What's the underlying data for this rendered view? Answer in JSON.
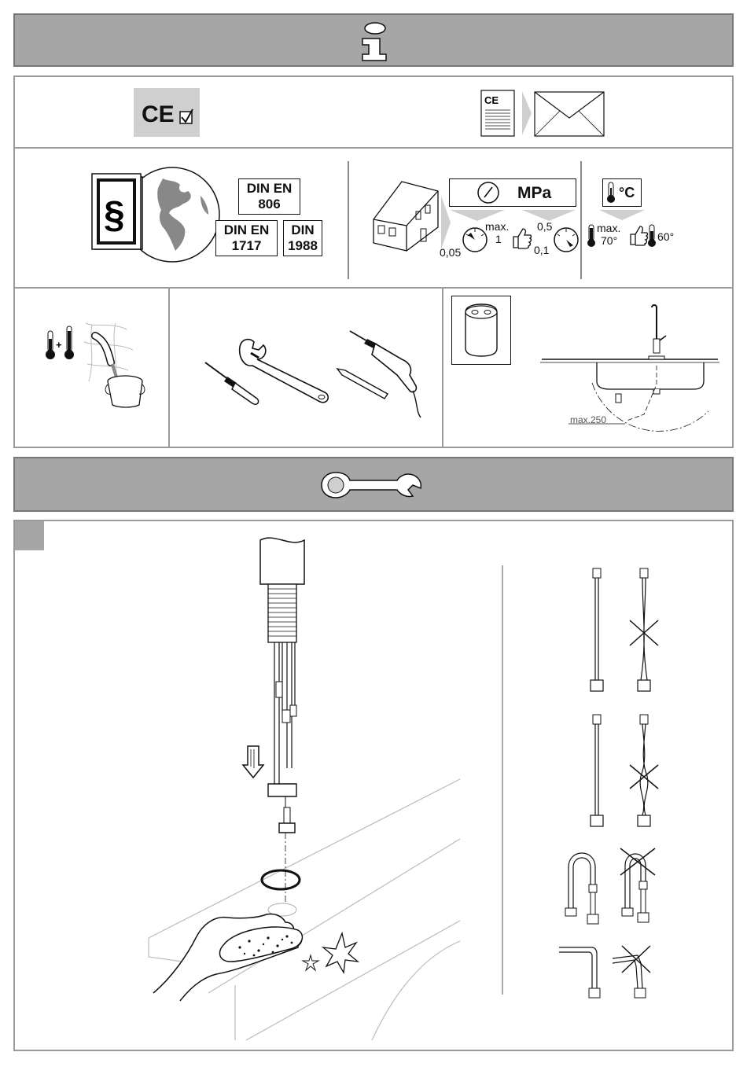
{
  "standards": {
    "din_en_806": {
      "line1": "DIN  EN",
      "line2": "806"
    },
    "din_en_1717": {
      "line1": "DIN  EN",
      "line2": "1717"
    },
    "din_1988": {
      "line1": "DIN",
      "line2": "1988"
    }
  },
  "pressure": {
    "unit": "MPa",
    "min_value": "0,05",
    "max_label": "max.",
    "max_value": "1",
    "rec_value_top": "0,5",
    "rec_value_bottom": "0,1"
  },
  "temperature": {
    "unit": "°C",
    "max_label": "max.",
    "max_value": "70°",
    "rec_value": "60°"
  },
  "install": {
    "distance_label": "max.250"
  }
}
